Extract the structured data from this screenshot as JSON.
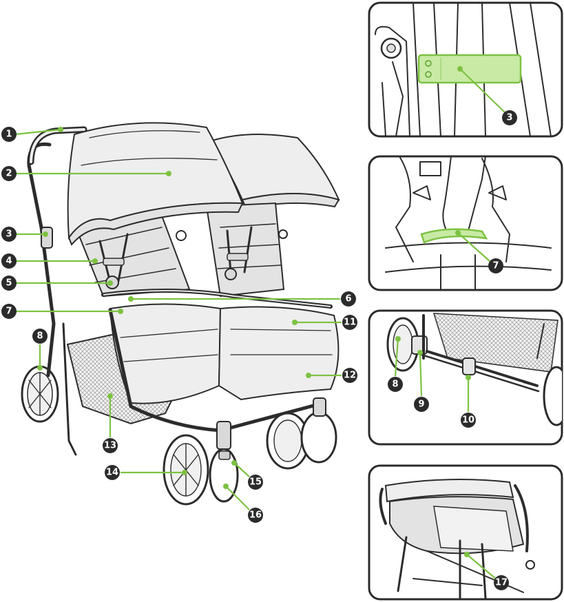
{
  "accent_color": "#7dc242",
  "badge_color": "#2b2b2b",
  "callouts_main": [
    {
      "number": "1"
    },
    {
      "number": "2"
    },
    {
      "number": "3"
    },
    {
      "number": "4"
    },
    {
      "number": "5"
    },
    {
      "number": "6"
    },
    {
      "number": "7"
    },
    {
      "number": "8"
    },
    {
      "number": "11"
    },
    {
      "number": "12"
    },
    {
      "number": "13"
    },
    {
      "number": "14"
    },
    {
      "number": "15"
    },
    {
      "number": "16"
    }
  ],
  "panels": [
    {
      "callouts": [
        {
          "number": "3"
        }
      ]
    },
    {
      "callouts": [
        {
          "number": "7"
        }
      ]
    },
    {
      "callouts": [
        {
          "number": "8"
        },
        {
          "number": "9"
        },
        {
          "number": "10"
        }
      ]
    },
    {
      "callouts": [
        {
          "number": "17"
        }
      ]
    }
  ]
}
